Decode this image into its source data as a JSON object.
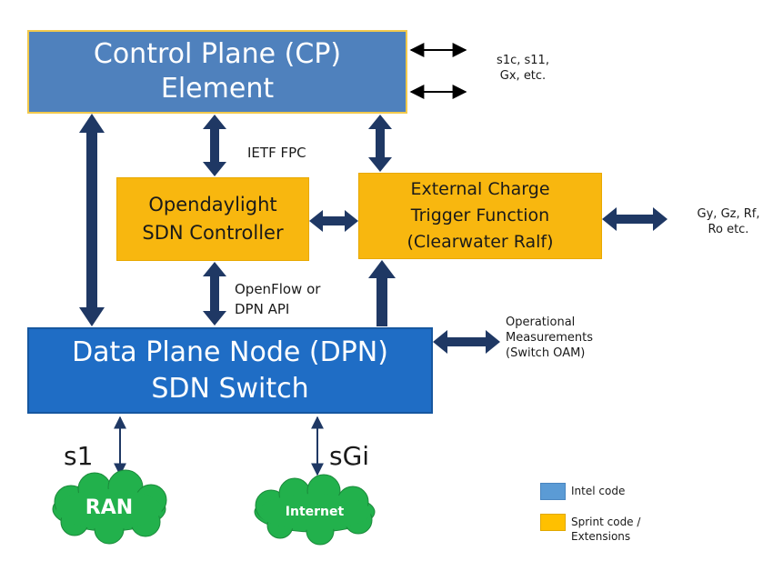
{
  "control_plane": {
    "line1": "Control Plane (CP)",
    "line2": "Element"
  },
  "odl": {
    "line1": "Opendaylight",
    "line2": "SDN Controller"
  },
  "ect": {
    "line1": "External Charge",
    "line2": "Trigger Function",
    "line3": "(Clearwater Ralf)"
  },
  "dpn": {
    "line1": "Data Plane Node (DPN)",
    "line2": "SDN Switch"
  },
  "labels": {
    "cp_ext_1": "s1c, s11,",
    "cp_ext_2": "Gx, etc.",
    "ietf": "IETF FPC",
    "openflow_1": "OpenFlow or",
    "openflow_2": "DPN API",
    "ect_ext_1": "Gy, Gz, Rf,",
    "ect_ext_2": "Ro etc.",
    "oam_1": "Operational",
    "oam_2": "Measurements",
    "oam_3": "(Switch OAM)",
    "s1": "s1",
    "sgi": "sGi"
  },
  "clouds": {
    "ran": "RAN",
    "internet": "Internet"
  },
  "legend": [
    {
      "color": "#5b9bd5",
      "label_1": "Intel code",
      "label_2": ""
    },
    {
      "color": "#ffc000",
      "label_1": "Sprint code /",
      "label_2": "Extensions"
    }
  ],
  "colors": {
    "arrow": "#1f3864",
    "cloud": "#22b14c",
    "intel": "#4f81bd",
    "sprint": "#f8b70f",
    "dpn": "#1f6dc5"
  }
}
